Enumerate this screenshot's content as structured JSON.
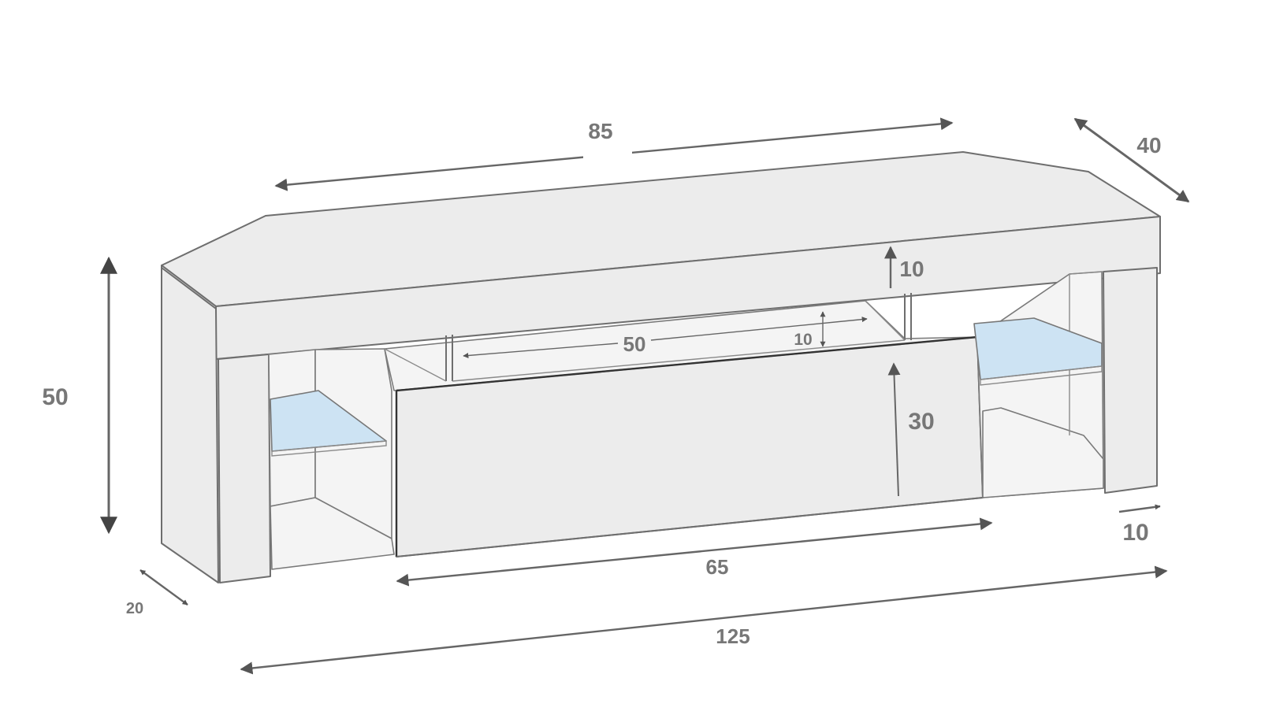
{
  "colors": {
    "outline": "#6e6e6e",
    "body_fill": "#ececec",
    "glass_shelf": "#cde3f3",
    "dimension_line": "#666666",
    "label_text": "#777777"
  },
  "dimensions": {
    "top_width": "85",
    "depth": "40",
    "height": "50",
    "top_board_thickness": "10",
    "niche_width": "50",
    "niche_height": "10",
    "drawer_height": "30",
    "drawer_width": "65",
    "leg_width": "10",
    "side_depth": "20",
    "total_width": "125"
  }
}
